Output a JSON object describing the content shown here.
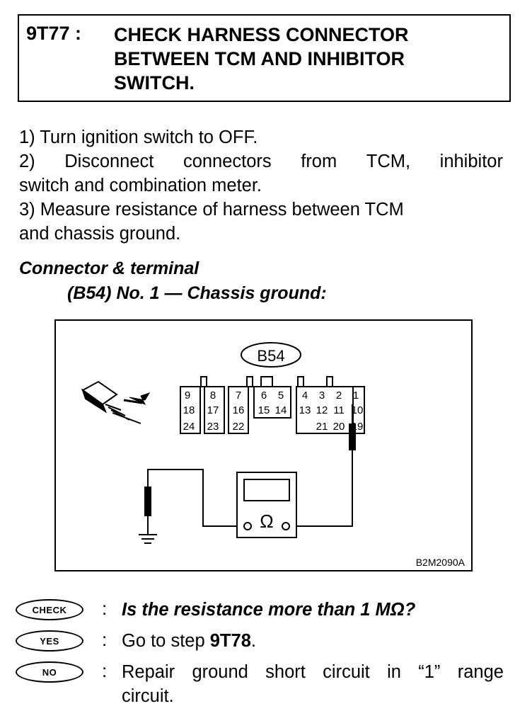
{
  "header": {
    "step_id": "9T77 :",
    "title_lines": [
      "CHECK HARNESS CONNECTOR",
      "BETWEEN TCM AND INHIBITOR",
      "SWITCH."
    ]
  },
  "instructions": {
    "line1": "1)  Turn ignition switch to OFF.",
    "line2_words": [
      "2)",
      "Disconnect",
      "connectors",
      "from",
      "TCM,",
      "inhibitor"
    ],
    "line3": "switch and combination meter.",
    "line4": "3)  Measure resistance of harness between TCM",
    "line5": "and chassis ground."
  },
  "connector": {
    "title": "Connector & terminal",
    "subtitle": "(B54) No. 1 — Chassis ground:"
  },
  "diagram": {
    "connector_label": "B54",
    "terminals_row1": [
      "9",
      "8",
      "7",
      "6",
      "5",
      "4",
      "3",
      "2",
      "1"
    ],
    "terminals_row2": [
      "18",
      "17",
      "16",
      "15",
      "14",
      "13",
      "12",
      "11",
      "10"
    ],
    "terminals_row3": [
      "24",
      "23",
      "22",
      "21",
      "20",
      "19"
    ],
    "meter_symbol": "Ω",
    "figure_code": "B2M2090A"
  },
  "answers": {
    "check_badge": "CHECK",
    "check_text": "Is the resistance more than 1 MΩ?",
    "yes_badge": "YES",
    "yes_prefix": "Go to step ",
    "yes_step": "9T78",
    "yes_suffix": ".",
    "no_badge": "NO",
    "no_line1_words": [
      "Repair",
      "ground",
      "short",
      "circuit",
      "in",
      "“1”",
      "range"
    ],
    "no_line2": "circuit.",
    "colon": ":"
  }
}
